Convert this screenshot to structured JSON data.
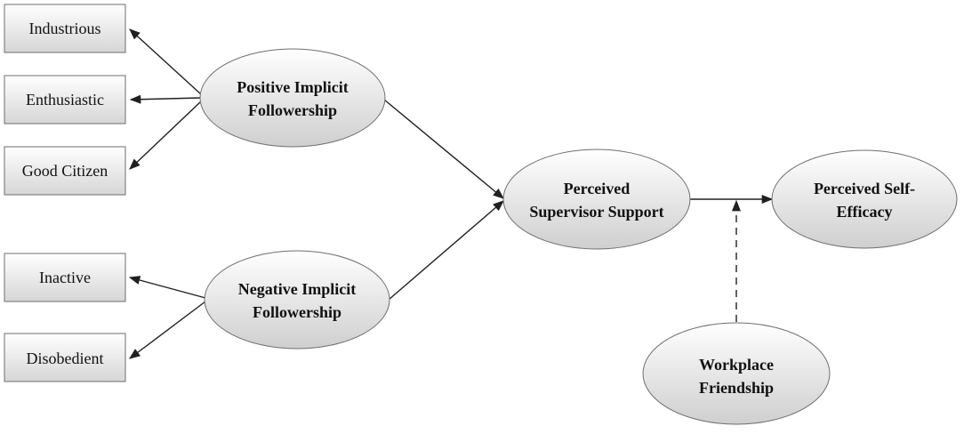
{
  "indicators": {
    "industrious": "Industrious",
    "enthusiastic": "Enthusiastic",
    "good_citizen": "Good Citizen",
    "inactive": "Inactive",
    "disobedient": "Disobedient"
  },
  "constructs": {
    "positive_implicit_followership": [
      "Positive Implicit",
      "Followership"
    ],
    "negative_implicit_followership": [
      "Negative Implicit",
      "Followership"
    ],
    "perceived_supervisor_support": [
      "Perceived",
      "Supervisor Support"
    ],
    "perceived_self_efficacy": [
      "Perceived Self-",
      "Efficacy"
    ],
    "workplace_friendship": [
      "Workplace",
      "Friendship"
    ]
  },
  "colors": {
    "node_fill_light": "#ffffff",
    "node_fill_dark": "#d2d2d2",
    "stroke": "#404040",
    "arrow": "#202020"
  }
}
